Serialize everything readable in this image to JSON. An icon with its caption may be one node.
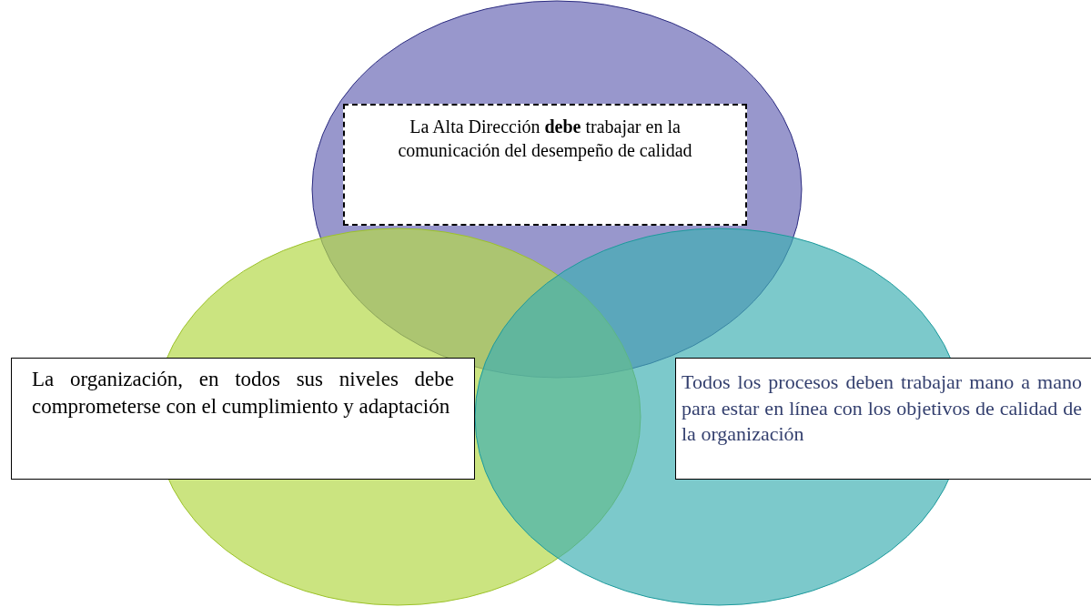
{
  "diagram": {
    "nodes": [
      {
        "text": [],
        "shape": "circle"
      },
      {
        "text": [],
        "shape": "circle"
      },
      {
        "text": [],
        "shape": "circle"
      },
      {
        "text": [
          "La Alta Dirección **debe** trabajar en la comunicación del desempeño de calidad"
        ],
        "in": 0
      },
      {
        "text": [
          "La organización, en todos sus niveles debe comprometerse con el cumplimiento y adaptación"
        ]
      },
      {
        "text": [
          "Todos los procesos deben trabajar mano a mano para estar en línea con los objetivos de calidad de la organización"
        ]
      }
    ]
  }
}
